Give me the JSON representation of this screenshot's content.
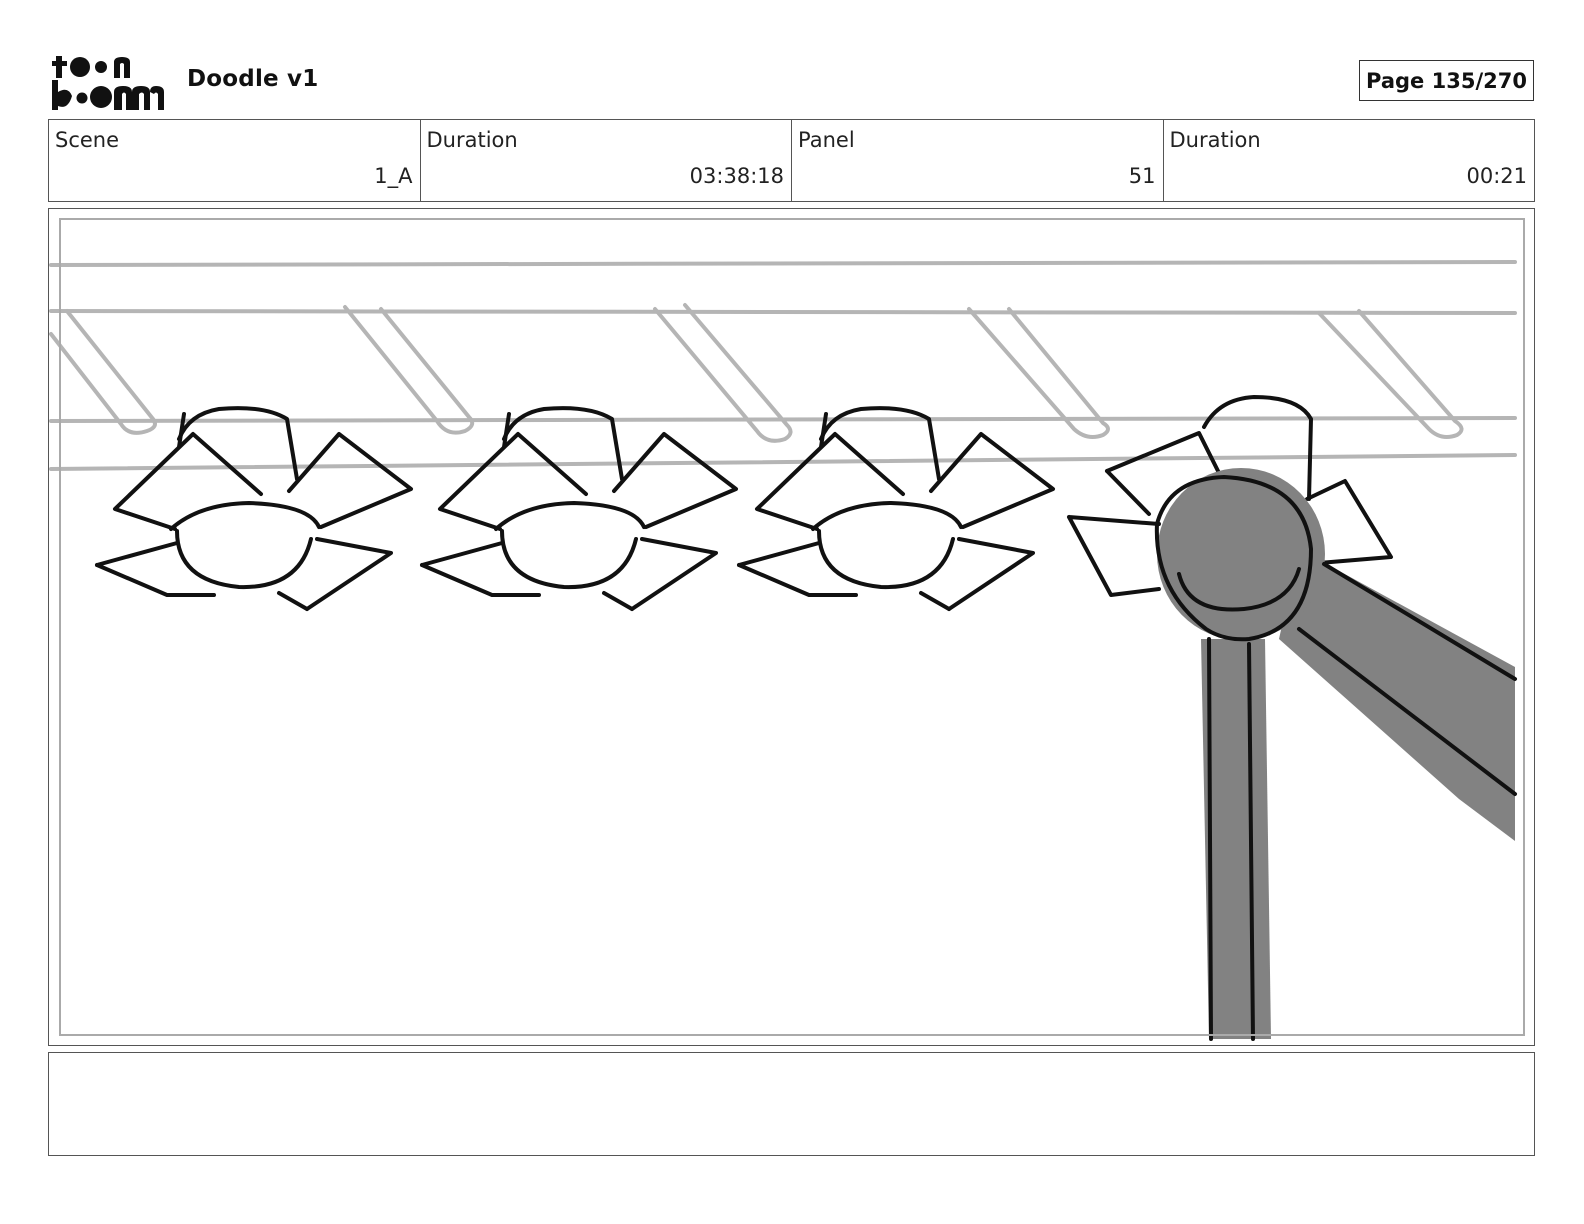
{
  "header": {
    "logo_text_top": "toon",
    "logo_text_bottom": "boom",
    "document_title": "Doodle v1",
    "page_indicator": "Page 135/270"
  },
  "info": [
    {
      "label": "Scene",
      "value": "1_A"
    },
    {
      "label": "Duration",
      "value": "03:38:18"
    },
    {
      "label": "Panel",
      "value": "51"
    },
    {
      "label": "Duration",
      "value": "00:21"
    }
  ],
  "notes": {
    "text": ""
  }
}
